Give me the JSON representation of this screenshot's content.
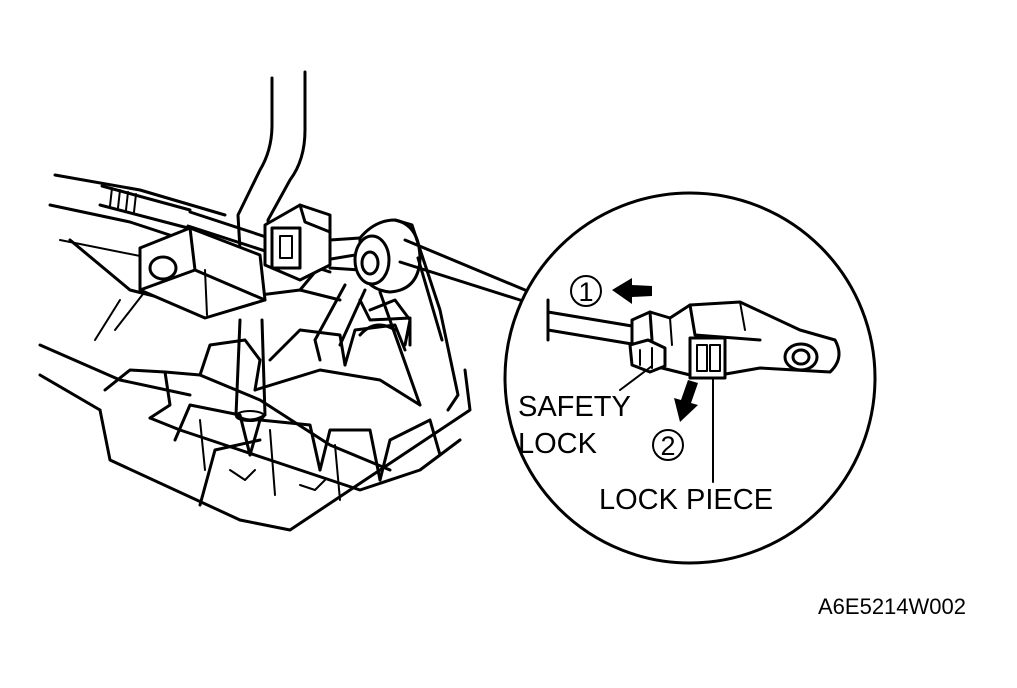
{
  "labels": {
    "step_1": "1",
    "step_2": "2",
    "safety_lock_line1": "SAFETY",
    "safety_lock_line2": "LOCK",
    "lock_piece": "LOCK PIECE",
    "figure_code": "A6E5214W002"
  },
  "colors": {
    "ink": "#000000",
    "paper": "#ffffff"
  }
}
